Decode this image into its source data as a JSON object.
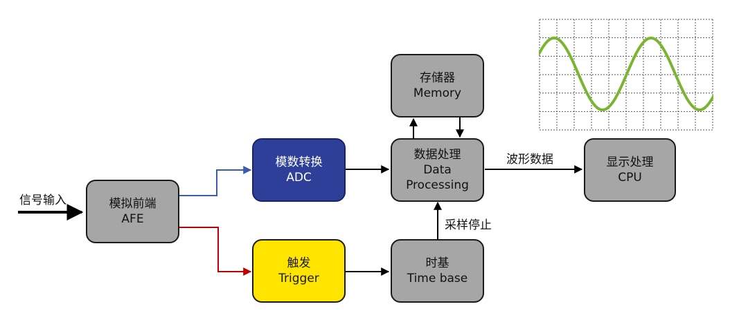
{
  "blocks": {
    "afe": {
      "zh": "模拟前端",
      "en": "AFE"
    },
    "adc": {
      "zh": "模数转换",
      "en": "ADC"
    },
    "trigger": {
      "zh": "触发",
      "en": "Trigger"
    },
    "dp": {
      "zh": "数据处理",
      "en1": "Data",
      "en2": "Processing"
    },
    "memory": {
      "zh": "存储器",
      "en": "Memory"
    },
    "timebase": {
      "zh": "时基",
      "en": "Time base"
    },
    "cpu": {
      "zh": "显示处理",
      "en": "CPU"
    }
  },
  "labels": {
    "input": "信号输入",
    "waveform": "波形数据",
    "stop": "采样停止"
  },
  "colors": {
    "box_gray": "#a6a6a6",
    "adc_blue": "#2e3f9a",
    "trigger_yellow": "#ffe400",
    "wire_blue": "#3a5bb0",
    "wire_red": "#c00000",
    "sine_green": "#7ab532"
  },
  "scope": {
    "waveform": "sine",
    "grid_columns": 10,
    "grid_rows": 6
  }
}
